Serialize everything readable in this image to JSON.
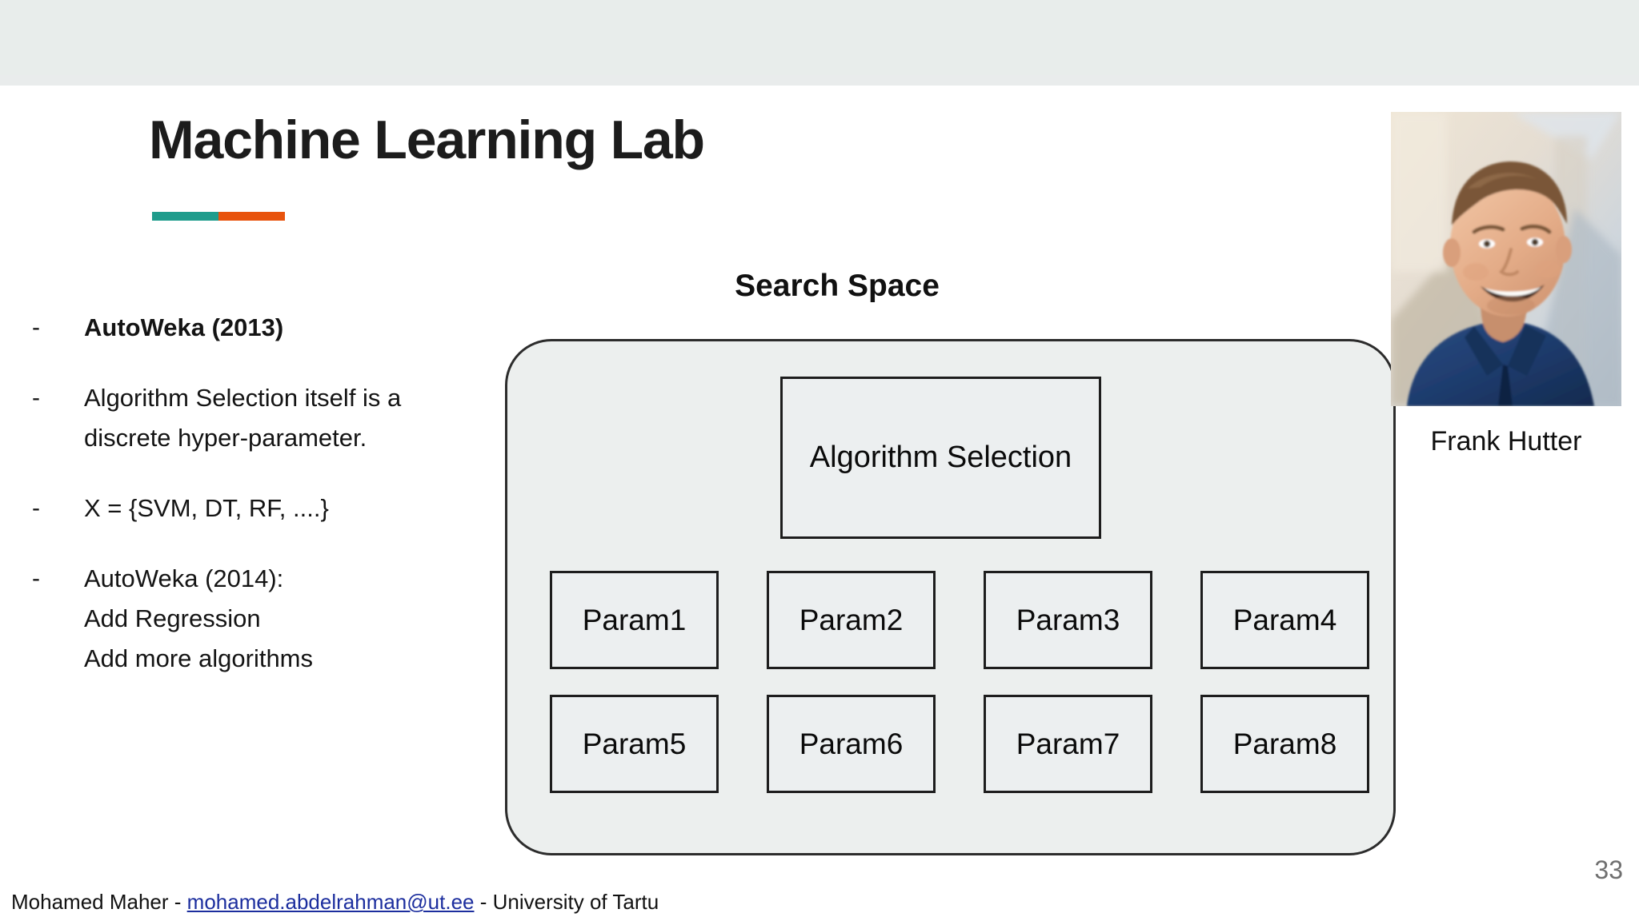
{
  "slide": {
    "title": "Machine Learning Lab",
    "page_number": "33",
    "accent_colors": {
      "teal": "#1f9c8c",
      "orange": "#e8530d",
      "top_band": "#e8edeb"
    }
  },
  "bullets": [
    {
      "marker": "-",
      "text": "AutoWeka (2013)",
      "bold": true
    },
    {
      "marker": "-",
      "text": "Algorithm Selection itself is a\ndiscrete hyper-parameter.",
      "bold": false
    },
    {
      "marker": "-",
      "text": "X = {SVM, DT, RF, ....}",
      "bold": false
    },
    {
      "marker": "-",
      "text": "AutoWeka (2014):\nAdd Regression\nAdd more algorithms",
      "bold": false
    }
  ],
  "diagram": {
    "heading": "Search Space",
    "algorithm_box": "Algorithm Selection",
    "params_row_1": [
      "Param1",
      "Param2",
      "Param3",
      "Param4"
    ],
    "params_row_2": [
      "Param5",
      "Param6",
      "Param7",
      "Param8"
    ],
    "container_fill": "#ecefee",
    "box_fill": "#eceff0",
    "border_color": "#1d1d1d"
  },
  "portrait": {
    "caption": "Frank Hutter",
    "alt": "photo-frank-hutter",
    "shirt_color": "#1d3a6b",
    "skin_color": "#e8b494",
    "hair_color": "#6b4a33"
  },
  "footer": {
    "prefix": "Mohamed Maher - ",
    "email": "mohamed.abdelrahman@ut.ee",
    "suffix": " - University of Tartu",
    "link_color": "#1c2e9e"
  }
}
